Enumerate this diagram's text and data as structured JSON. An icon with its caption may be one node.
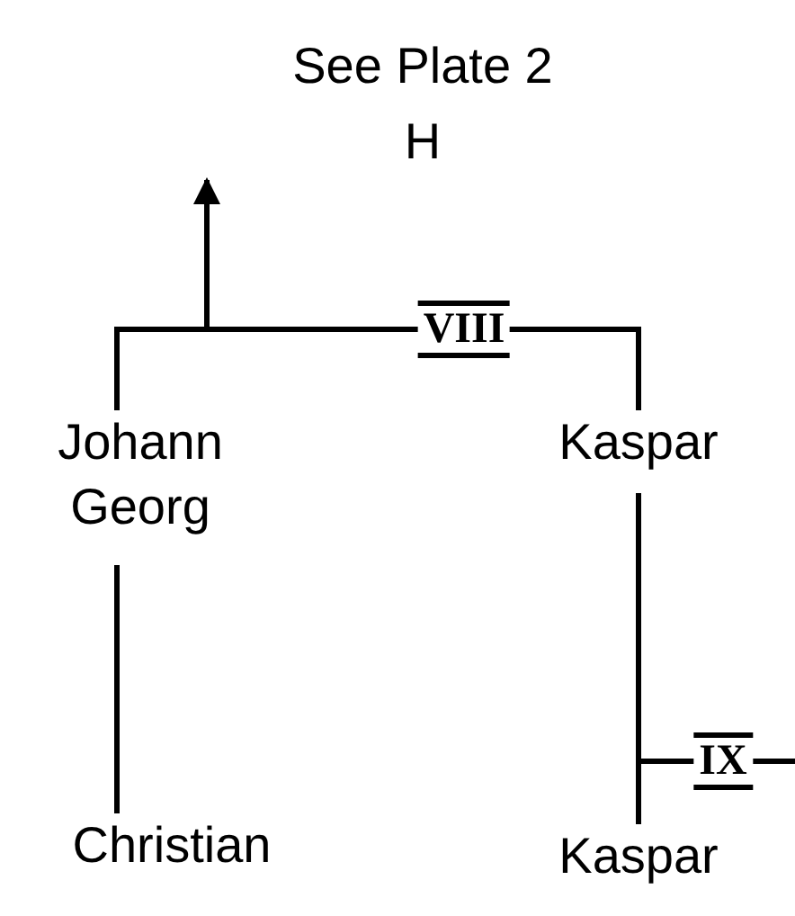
{
  "diagram": {
    "nodes": [
      {
        "text": [
          "See Plate 2",
          "H"
        ]
      },
      {
        "text": [
          "Johann Georg"
        ]
      },
      {
        "text": [
          "Kaspar"
        ]
      },
      {
        "text": [
          "Christian"
        ]
      },
      {
        "text": [
          "Kaspar"
        ]
      }
    ],
    "edges": [
      {
        "from": 1,
        "to": 2,
        "arrow": "none",
        "label": "VIII"
      },
      {
        "from": null,
        "to": 0,
        "arrow": "to"
      },
      {
        "from": 1,
        "to": 3,
        "arrow": "none"
      },
      {
        "from": 2,
        "to": 4,
        "arrow": "none"
      },
      {
        "from": 4,
        "to": null,
        "arrow": "none",
        "label": "IX"
      }
    ]
  }
}
